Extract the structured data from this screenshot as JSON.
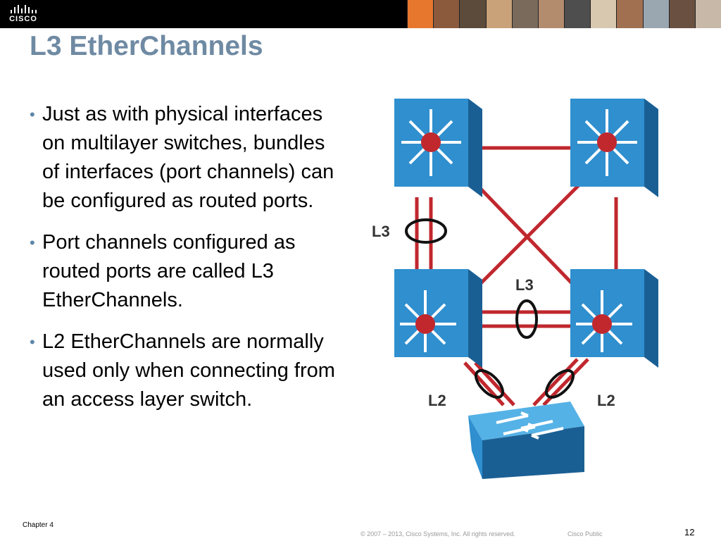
{
  "header": {
    "logo_text": "CISCO",
    "photos": [
      "#e8772e",
      "#8b5a3c",
      "#5c4a3a",
      "#c9a27a",
      "#7a6a5c",
      "#b38b6d",
      "#4e4e4e",
      "#d8c8b0",
      "#a07050",
      "#9aa6b0",
      "#6a5040",
      "#c8b8a8"
    ]
  },
  "slide": {
    "title": "L3 EtherChannels",
    "bullets": [
      "Just as with physical interfaces on multilayer switches, bundles of interfaces (port channels) can be configured as routed ports.",
      "Port channels configured as routed ports are called L3 EtherChannels.",
      "L2 EtherChannels are normally used only when connecting from an access layer switch."
    ],
    "bullet_marker": "•"
  },
  "diagram": {
    "labels": {
      "l3_left": "L3",
      "l3_center": "L3",
      "l2_left": "L2",
      "l2_right": "L2"
    },
    "colors": {
      "switch_face": "#2f8fcf",
      "switch_top": "#55b2e6",
      "switch_side": "#1a5f94",
      "link": "#c0282e",
      "hub": "#c0282e"
    }
  },
  "footer": {
    "chapter": "Chapter 4",
    "copyright": "© 2007 – 2013, Cisco Systems, Inc. All rights reserved.",
    "classification": "Cisco Public",
    "page_number": "12"
  }
}
